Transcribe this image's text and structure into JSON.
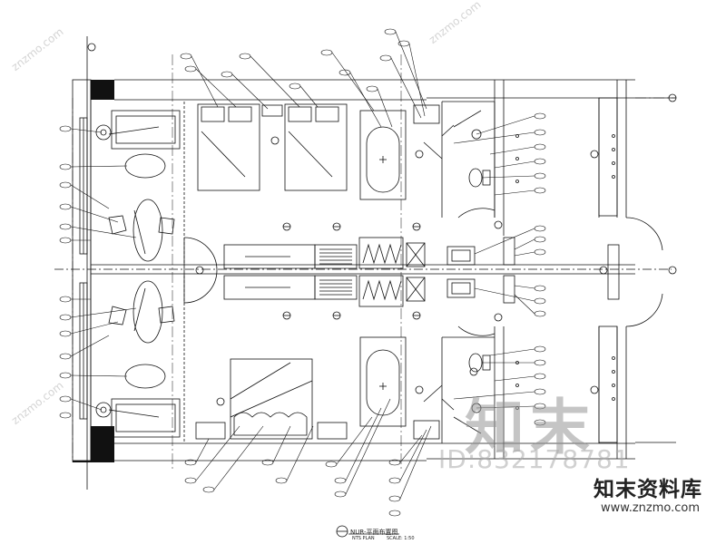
{
  "drawing": {
    "title": "NUR-平面布置图",
    "scale_left": "NTS PLAN",
    "scale_right": "SCALE: 1:50"
  },
  "watermark": {
    "brand_cn": "知末",
    "id_text": "ID:832178781",
    "logo_text": "知末资料库",
    "url": "www.znzmo.com",
    "diagonal": "znzmo.com"
  },
  "colors": {
    "line": "#111111",
    "wall_fill": "#111111",
    "watermark": "#aaaaaa"
  }
}
